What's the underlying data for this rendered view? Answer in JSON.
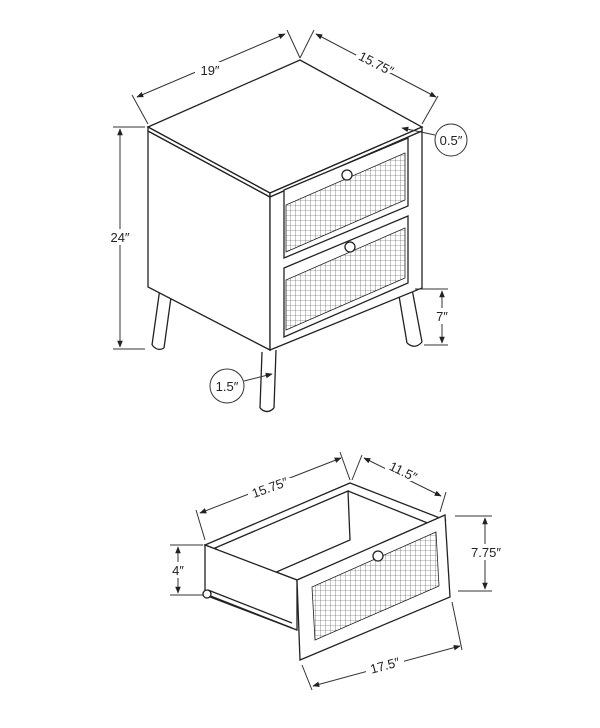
{
  "nightstand": {
    "width": "19″",
    "depth": "15.75″",
    "height": "24″",
    "top_thickness": "0.5″",
    "leg_height": "7″",
    "leg_diameter": "1.5″"
  },
  "drawer": {
    "interior_width": "15.75″",
    "interior_depth": "11.5″",
    "interior_height": "4″",
    "front_height": "7.75″",
    "front_width": "17.5″"
  }
}
